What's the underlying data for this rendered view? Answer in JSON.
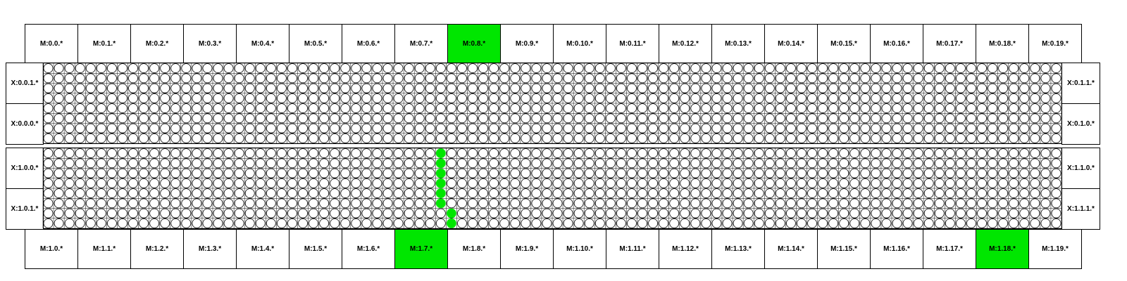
{
  "colors": {
    "highlight": "#00e600",
    "line": "#000000",
    "background": "#ffffff"
  },
  "top_row": {
    "labels": [
      "M:0.0.*",
      "M:0.1.*",
      "M:0.2.*",
      "M:0.3.*",
      "M:0.4.*",
      "M:0.5.*",
      "M:0.6.*",
      "M:0.7.*",
      "M:0.8.*",
      "M:0.9.*",
      "M:0.10.*",
      "M:0.11.*",
      "M:0.12.*",
      "M:0.13.*",
      "M:0.14.*",
      "M:0.15.*",
      "M:0.16.*",
      "M:0.17.*",
      "M:0.18.*",
      "M:0.19.*"
    ],
    "highlighted": [
      8
    ]
  },
  "bottom_row": {
    "labels": [
      "M:1.0.*",
      "M:1.1.*",
      "M:1.2.*",
      "M:1.3.*",
      "M:1.4.*",
      "M:1.5.*",
      "M:1.6.*",
      "M:1.7.*",
      "M:1.8.*",
      "M:1.9.*",
      "M:1.10.*",
      "M:1.11.*",
      "M:1.12.*",
      "M:1.13.*",
      "M:1.14.*",
      "M:1.15.*",
      "M:1.16.*",
      "M:1.17.*",
      "M:1.18.*",
      "M:1.19.*"
    ],
    "highlighted": [
      7,
      18
    ]
  },
  "side_labels": {
    "left": [
      "X:0.0.1.*",
      "X:0.0.0.*",
      "X:1.0.0.*",
      "X:1.0.1.*"
    ],
    "right": [
      "X:0.1.1.*",
      "X:0.1.0.*",
      "X:1.1.0.*",
      "X:1.1.1.*"
    ]
  },
  "grid": {
    "columns": 96,
    "rows_per_block": 8,
    "blocks": 2,
    "highlighted_cells": [
      {
        "block": 1,
        "col": 37,
        "row": 0
      },
      {
        "block": 1,
        "col": 37,
        "row": 1
      },
      {
        "block": 1,
        "col": 37,
        "row": 2
      },
      {
        "block": 1,
        "col": 37,
        "row": 3
      },
      {
        "block": 1,
        "col": 37,
        "row": 4
      },
      {
        "block": 1,
        "col": 37,
        "row": 5
      },
      {
        "block": 1,
        "col": 38,
        "row": 6
      },
      {
        "block": 1,
        "col": 38,
        "row": 7
      }
    ]
  }
}
